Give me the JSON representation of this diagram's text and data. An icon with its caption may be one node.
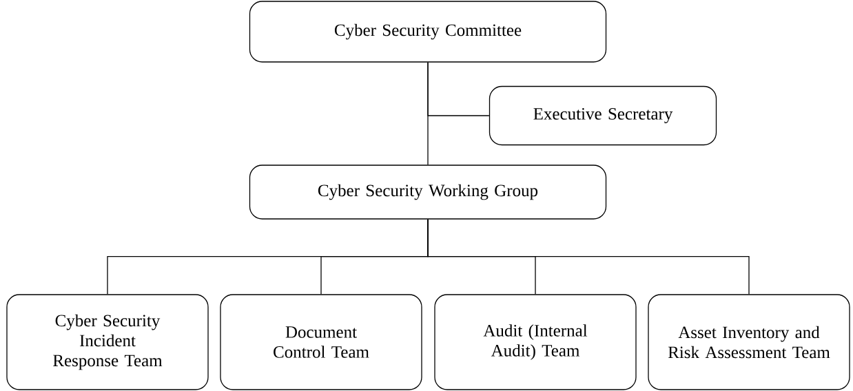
{
  "diagram": {
    "nodes": [
      {
        "text": [
          "Cyber Security Committee"
        ]
      },
      {
        "text": [
          "Executive Secretary"
        ]
      },
      {
        "text": [
          "Cyber Security Working Group"
        ]
      },
      {
        "text": [
          "Cyber Security Incident Response Team"
        ]
      },
      {
        "text": [
          "Document Control Team"
        ]
      },
      {
        "text": [
          "Audit (Internal Audit) Team"
        ]
      },
      {
        "text": [
          "Asset Inventory and Risk Assessment Team"
        ]
      }
    ],
    "edges": [
      {
        "from": 0,
        "to": 2,
        "arrow": "none"
      },
      {
        "from": 0,
        "to": 1,
        "arrow": "none"
      },
      {
        "from": 2,
        "to": 3,
        "arrow": "none"
      },
      {
        "from": 2,
        "to": 4,
        "arrow": "none"
      },
      {
        "from": 2,
        "to": 5,
        "arrow": "none"
      },
      {
        "from": 2,
        "to": 6,
        "arrow": "none"
      }
    ]
  }
}
